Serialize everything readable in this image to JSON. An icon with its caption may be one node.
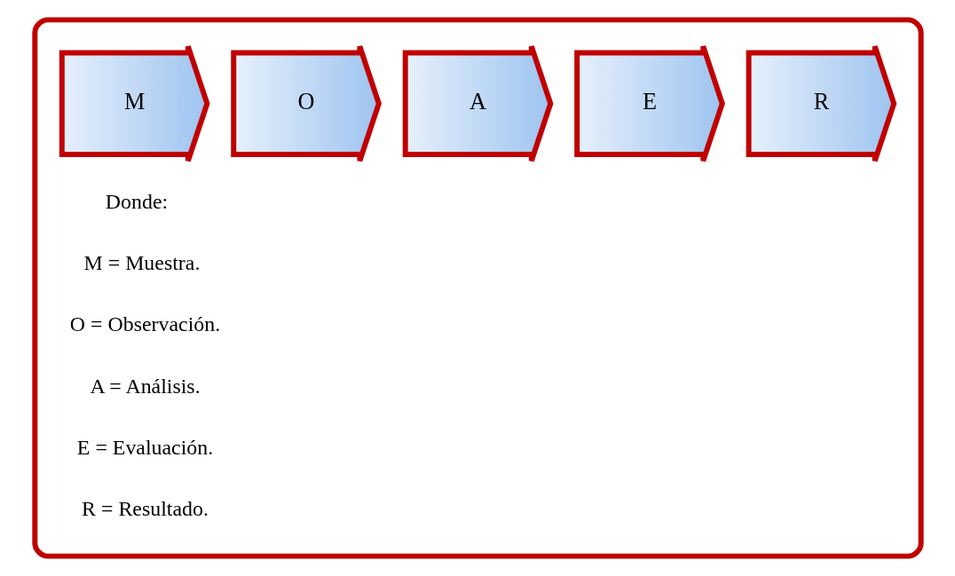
{
  "diagram": {
    "nodes": [
      {
        "text": [],
        "shape": "box"
      },
      {
        "text": [
          "M"
        ],
        "in": 0
      },
      {
        "text": [
          "O"
        ],
        "in": 0
      },
      {
        "text": [
          "A"
        ],
        "in": 0
      },
      {
        "text": [
          "E"
        ],
        "in": 0
      },
      {
        "text": [
          "R"
        ],
        "in": 0
      }
    ],
    "edges": [],
    "labels": [
      "Donde:",
      "M = Muestra.",
      "O = Observación.",
      "A = Análisis.",
      "E = Evaluación.",
      "R = Resultado."
    ]
  }
}
